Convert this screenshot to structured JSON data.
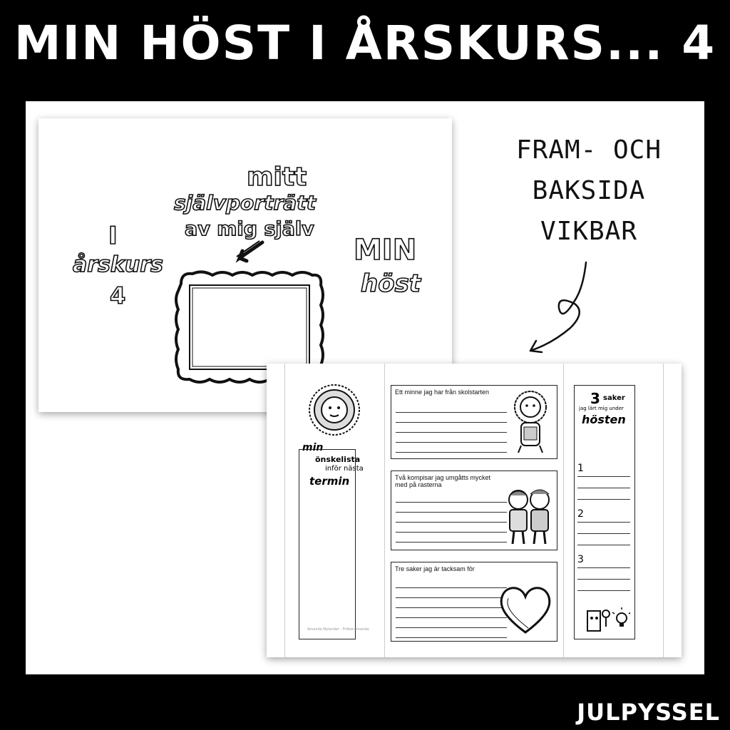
{
  "header": {
    "title": "MIN HÖST I ÅRSKURS... 4"
  },
  "front_card": {
    "i": "I",
    "arskurs": "årskurs",
    "grade": "4",
    "mitt": "mitt",
    "sjalvportratt": "självporträtt",
    "av_mig_sjalv": "av mig själv",
    "min": "MIN",
    "host": "höst"
  },
  "annotation": {
    "line1": "FRAM- OCH",
    "line2": "BAKSIDA",
    "line3": "VIKBAR"
  },
  "back_card": {
    "wish_min": "min",
    "wish_onskelista": "önskelista",
    "wish_infor": "inför nästa",
    "wish_termin": "termin",
    "credit": "Amanda Nylander · Frökenamanda",
    "box1_label": "Ett minne jag har från skolstarten",
    "box2_label": "Två kompisar jag umgåtts mycket med på rasterna",
    "box3_label": "Tre saker jag är tacksam för",
    "right_three": "3",
    "right_saker": "saker",
    "right_lart": "jag lärt mig under",
    "right_hosten": "hösten",
    "n1": "1",
    "n2": "2",
    "n3": "3"
  },
  "footer": {
    "brand": "JULPYSSEL"
  }
}
